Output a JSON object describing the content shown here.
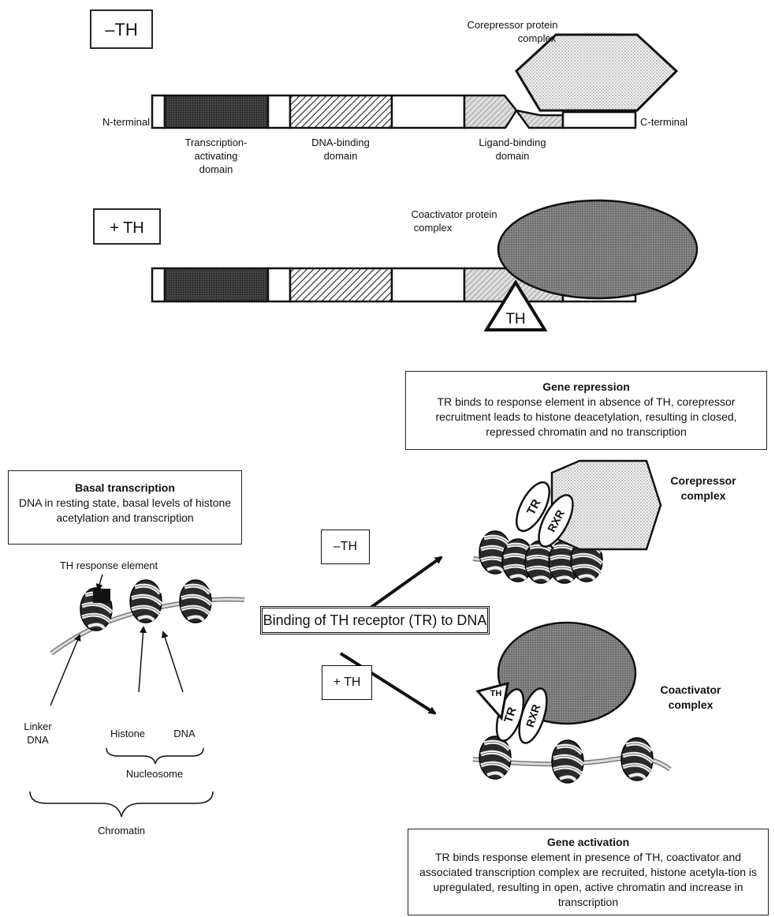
{
  "panel_minus": {
    "tag": "–TH",
    "corepressor_label_line1": "Corepressor protein",
    "corepressor_label_line2": "complex",
    "n_terminal": "N-terminal",
    "c_terminal": "C-terminal",
    "domain_tad_1": "Transcription-",
    "domain_tad_2": "activating",
    "domain_tad_3": "domain",
    "domain_dbd_1": "DNA-binding",
    "domain_dbd_2": "domain",
    "domain_lbd_1": "Ligand-binding",
    "domain_lbd_2": "domain"
  },
  "panel_plus": {
    "tag": "+ TH",
    "coactivator_label_line1": "Coactivator protein",
    "coactivator_label_line2": "complex",
    "ligand": "TH"
  },
  "repression": {
    "title": "Gene repression",
    "body": "TR binds to response element in absence of TH, corepressor recruitment leads to histone deacetylation, resulting in closed, repressed chromatin and no transcription",
    "complex_line1": "Corepressor",
    "complex_line2": "complex",
    "tr": "TR",
    "rxr": "RXR"
  },
  "basal": {
    "title": "Basal transcription",
    "body": "DNA in resting state, basal levels of histone acetylation and transcription",
    "response_element": "TH response element",
    "linker_1": "Linker",
    "linker_2": "DNA",
    "histone": "Histone",
    "dna": "DNA",
    "nucleosome": "Nucleosome",
    "chromatin": "Chromatin"
  },
  "center": {
    "binding": "Binding of TH receptor (TR) to DNA",
    "minus_tag": "–TH",
    "plus_tag": "+ TH"
  },
  "activation": {
    "title": "Gene activation",
    "body": "TR binds response element in presence of TH, coactivator and associated transcription complex are recruited, histone acetyla-tion is upregulated, resulting in open, active chromatin and increase in transcription",
    "complex_line1": "Coactivator",
    "complex_line2": "complex",
    "th": "TH",
    "tr": "TR",
    "rxr": "RXR"
  }
}
